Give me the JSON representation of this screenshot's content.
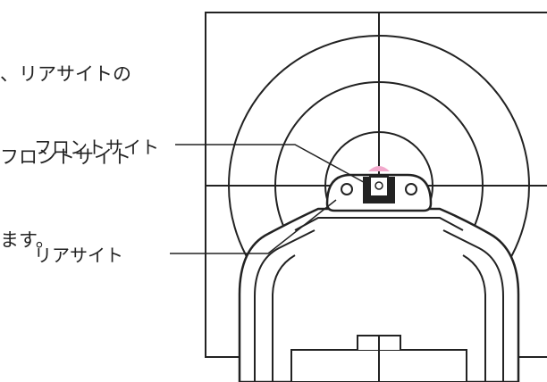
{
  "intro_lines": [
    "、リアサイトの",
    "フロントサイト",
    "ます。"
  ],
  "labels": {
    "front_sight": "フロントサイト",
    "rear_sight": "リアサイト"
  },
  "colors": {
    "line": "#222222",
    "front_sight_top": "#f2a9cc",
    "background": "#ffffff"
  }
}
